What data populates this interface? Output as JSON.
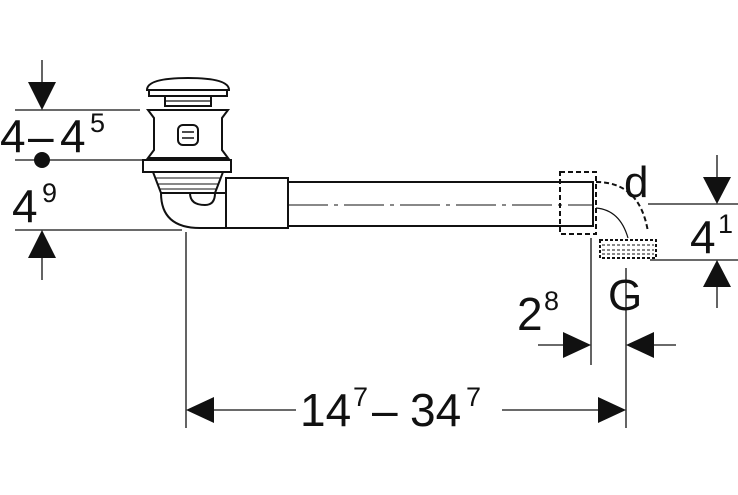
{
  "drawing": {
    "left_height_dims": {
      "range_main_start": "4",
      "range_dash": "–",
      "range_main_end": "4",
      "range_sup_end": "5",
      "single_main": "4",
      "single_sup": "9"
    },
    "horizontal_dims": {
      "length_part1_main": "14",
      "length_part1_sup": "7",
      "length_dash": "–",
      "length_part2_main": "34",
      "length_part2_sup": "7",
      "offset_main": "2",
      "offset_sup": "8"
    },
    "right_height_dim": {
      "main": "4",
      "sup": "1"
    },
    "labels": {
      "d": "d",
      "G": "G"
    },
    "colors": {
      "line": "#111111",
      "background": "#ffffff"
    }
  }
}
